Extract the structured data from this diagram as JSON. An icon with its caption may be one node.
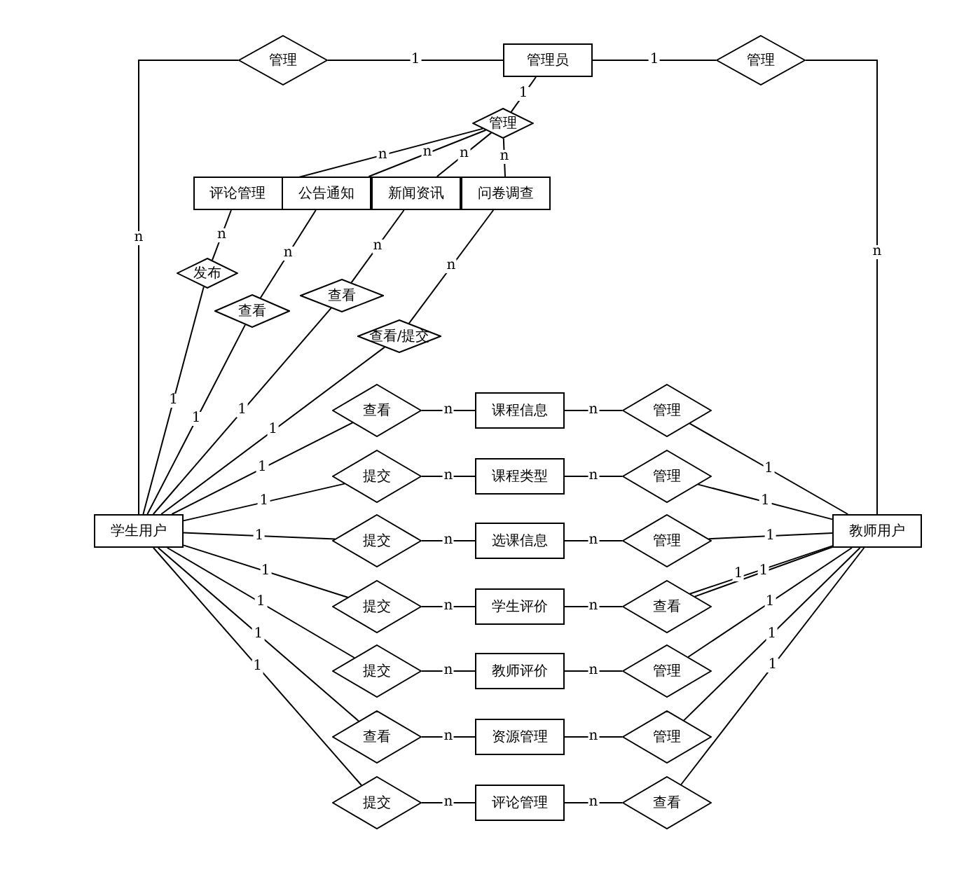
{
  "diagram": {
    "nodes": [
      {
        "text": [
          "管理"
        ]
      },
      {
        "text": [
          "管理员"
        ]
      },
      {
        "text": [
          "管理"
        ]
      },
      {
        "text": [
          "管理"
        ]
      },
      {
        "text": [
          "评论管理"
        ]
      },
      {
        "text": [
          "公告通知"
        ]
      },
      {
        "text": [
          "新闻资讯"
        ]
      },
      {
        "text": [
          "问卷调查"
        ]
      },
      {
        "text": [
          "发布"
        ]
      },
      {
        "text": [
          "查看"
        ]
      },
      {
        "text": [
          "查看"
        ]
      },
      {
        "text": [
          "查看/提交"
        ]
      },
      {
        "text": [
          "学生用户"
        ]
      },
      {
        "text": [
          "教师用户"
        ]
      },
      {
        "text": [
          "查看"
        ]
      },
      {
        "text": [
          "课程信息"
        ]
      },
      {
        "text": [
          "管理"
        ]
      },
      {
        "text": [
          "提交"
        ]
      },
      {
        "text": [
          "课程类型"
        ]
      },
      {
        "text": [
          "管理"
        ]
      },
      {
        "text": [
          "提交"
        ]
      },
      {
        "text": [
          "选课信息"
        ]
      },
      {
        "text": [
          "管理"
        ]
      },
      {
        "text": [
          "提交"
        ]
      },
      {
        "text": [
          "学生评价"
        ]
      },
      {
        "text": [
          "查看"
        ]
      },
      {
        "text": [
          "提交"
        ]
      },
      {
        "text": [
          "教师评价"
        ]
      },
      {
        "text": [
          "管理"
        ]
      },
      {
        "text": [
          "查看"
        ]
      },
      {
        "text": [
          "资源管理"
        ]
      },
      {
        "text": [
          "管理"
        ]
      },
      {
        "text": [
          "提交"
        ]
      },
      {
        "text": [
          "评论管理"
        ]
      },
      {
        "text": [
          "查看"
        ]
      }
    ],
    "edges": [
      {
        "from": 12,
        "to": 0,
        "arrow": "none",
        "label": "n"
      },
      {
        "from": 0,
        "to": 1,
        "arrow": "none",
        "label": "1"
      },
      {
        "from": 1,
        "to": 2,
        "arrow": "none",
        "label": "1"
      },
      {
        "from": 2,
        "to": 13,
        "arrow": "none",
        "label": "n"
      },
      {
        "from": 1,
        "to": 3,
        "arrow": "none",
        "label": "1"
      },
      {
        "from": 3,
        "to": 4,
        "arrow": "none",
        "label": "n"
      },
      {
        "from": 3,
        "to": 5,
        "arrow": "none",
        "label": "n"
      },
      {
        "from": 3,
        "to": 6,
        "arrow": "none",
        "label": "n"
      },
      {
        "from": 3,
        "to": 7,
        "arrow": "none",
        "label": "n"
      },
      {
        "from": 4,
        "to": 8,
        "arrow": "none",
        "label": "n"
      },
      {
        "from": 8,
        "to": 12,
        "arrow": "none",
        "label": "1"
      },
      {
        "from": 5,
        "to": 9,
        "arrow": "none",
        "label": "n"
      },
      {
        "from": 9,
        "to": 12,
        "arrow": "none",
        "label": "1"
      },
      {
        "from": 6,
        "to": 10,
        "arrow": "none",
        "label": "n"
      },
      {
        "from": 10,
        "to": 12,
        "arrow": "none",
        "label": "1"
      },
      {
        "from": 7,
        "to": 11,
        "arrow": "none",
        "label": "n"
      },
      {
        "from": 11,
        "to": 12,
        "arrow": "none",
        "label": "1"
      },
      {
        "from": 12,
        "to": 14,
        "arrow": "none",
        "label": "1"
      },
      {
        "from": 14,
        "to": 15,
        "arrow": "none",
        "label": "n"
      },
      {
        "from": 15,
        "to": 16,
        "arrow": "none",
        "label": "n"
      },
      {
        "from": 16,
        "to": 13,
        "arrow": "none",
        "label": "1"
      },
      {
        "from": 12,
        "to": 17,
        "arrow": "none",
        "label": "1"
      },
      {
        "from": 17,
        "to": 18,
        "arrow": "none",
        "label": "n"
      },
      {
        "from": 18,
        "to": 19,
        "arrow": "none",
        "label": "n"
      },
      {
        "from": 19,
        "to": 13,
        "arrow": "none",
        "label": "1"
      },
      {
        "from": 12,
        "to": 20,
        "arrow": "none",
        "label": "1"
      },
      {
        "from": 20,
        "to": 21,
        "arrow": "none",
        "label": "n"
      },
      {
        "from": 21,
        "to": 22,
        "arrow": "none",
        "label": "n"
      },
      {
        "from": 22,
        "to": 13,
        "arrow": "none",
        "label": "1"
      },
      {
        "from": 12,
        "to": 23,
        "arrow": "none",
        "label": "1"
      },
      {
        "from": 23,
        "to": 24,
        "arrow": "none",
        "label": "n"
      },
      {
        "from": 24,
        "to": 25,
        "arrow": "none",
        "label": "n"
      },
      {
        "from": 25,
        "to": 13,
        "arrow": "none",
        "label": "1"
      },
      {
        "from": 12,
        "to": 26,
        "arrow": "none",
        "label": "1"
      },
      {
        "from": 26,
        "to": 27,
        "arrow": "none",
        "label": "n"
      },
      {
        "from": 27,
        "to": 28,
        "arrow": "none",
        "label": "n"
      },
      {
        "from": 28,
        "to": 13,
        "arrow": "none",
        "label": "1"
      },
      {
        "from": 12,
        "to": 29,
        "arrow": "none",
        "label": "1"
      },
      {
        "from": 29,
        "to": 30,
        "arrow": "none",
        "label": "n"
      },
      {
        "from": 30,
        "to": 31,
        "arrow": "none",
        "label": "n"
      },
      {
        "from": 31,
        "to": 13,
        "arrow": "none",
        "label": "1"
      },
      {
        "from": 12,
        "to": 32,
        "arrow": "none",
        "label": "1"
      },
      {
        "from": 32,
        "to": 33,
        "arrow": "none",
        "label": "n"
      },
      {
        "from": 33,
        "to": 34,
        "arrow": "none",
        "label": "n"
      },
      {
        "from": 34,
        "to": 13,
        "arrow": "none",
        "label": "1"
      },
      {
        "from": 13,
        "to": 25,
        "arrow": "none",
        "label": "1"
      }
    ]
  }
}
